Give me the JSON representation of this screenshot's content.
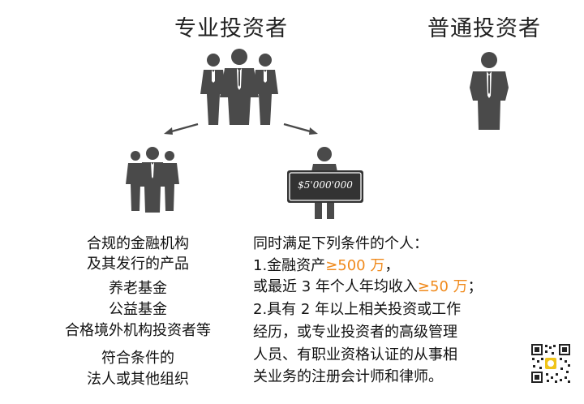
{
  "titles": {
    "professional": "专业投资者",
    "ordinary": "普通投资者"
  },
  "sign_amount": "$5'000'000",
  "left_text": {
    "line1": "合规的金融机构",
    "line2": "及其发行的产品",
    "line3": "养老基金",
    "line4": "公益基金",
    "line5": "合格境外机构投资者等",
    "line6": "符合条件的",
    "line7": "法人或其他组织"
  },
  "right_text": {
    "line1": "同时满足下列条件的个人：",
    "line2_prefix": "1.金融资产",
    "line2_highlight": "≥500 万",
    "line2_suffix": "，",
    "line3_prefix": "或最近 3 年个人年均收入",
    "line3_highlight": "≥50 万",
    "line3_suffix": "；",
    "line4": "2.具有 2 年以上相关投资或工作",
    "line5": "经历，或专业投资者的高级管理",
    "line6": "人员、有职业资格认证的从事相",
    "line7": "关业务的注册会计师和律师。"
  },
  "colors": {
    "icon": "#4a4a4a",
    "highlight": "#f08a1c",
    "sign_bg": "#333333"
  },
  "icons": [
    "business-group-icon",
    "arrow-left-icon",
    "arrow-right-icon",
    "institution-group-icon",
    "individual-with-sign-icon",
    "ordinary-investor-icon",
    "qr-code-icon"
  ]
}
